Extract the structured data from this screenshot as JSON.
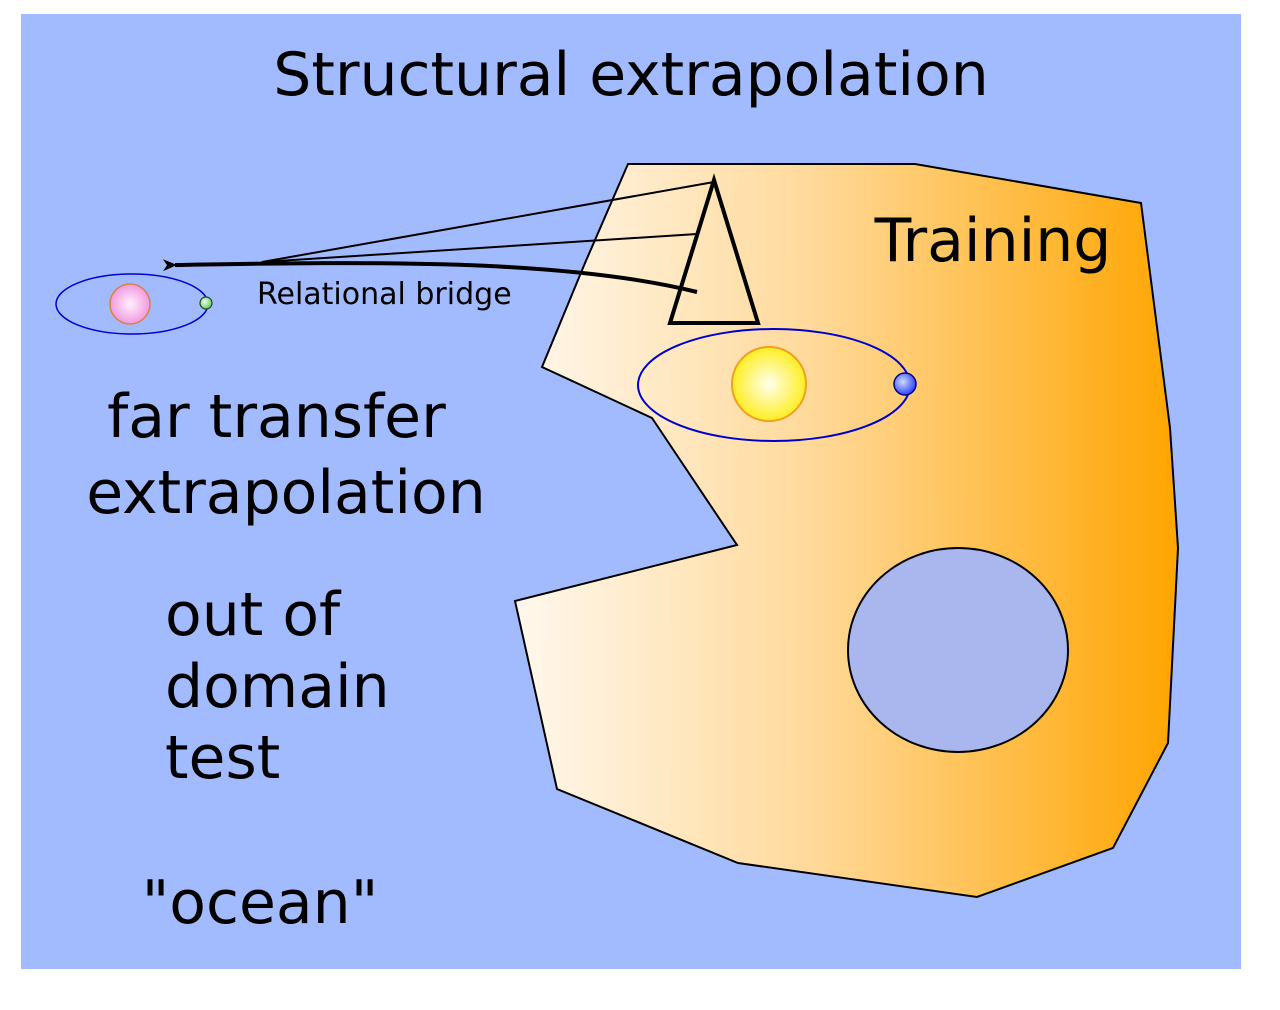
{
  "title": "Structural extrapolation",
  "labels": {
    "training": "Training",
    "relational_bridge": "Relational bridge",
    "far_transfer": [
      "far transfer",
      "extrapolation"
    ],
    "out_of_domain": [
      "out of",
      "domain",
      "test"
    ],
    "ocean": "\"ocean\""
  },
  "colors": {
    "background": "#a2bbff",
    "region_gradient_start": "#fff8ee",
    "region_gradient_end": "#ffa500",
    "hole": "#aab7ee",
    "orbit": "#0000cc",
    "sun": "#ffee22",
    "planet": "#3344ff",
    "far_star": "#f09adf",
    "far_planet": "#66cc66"
  }
}
